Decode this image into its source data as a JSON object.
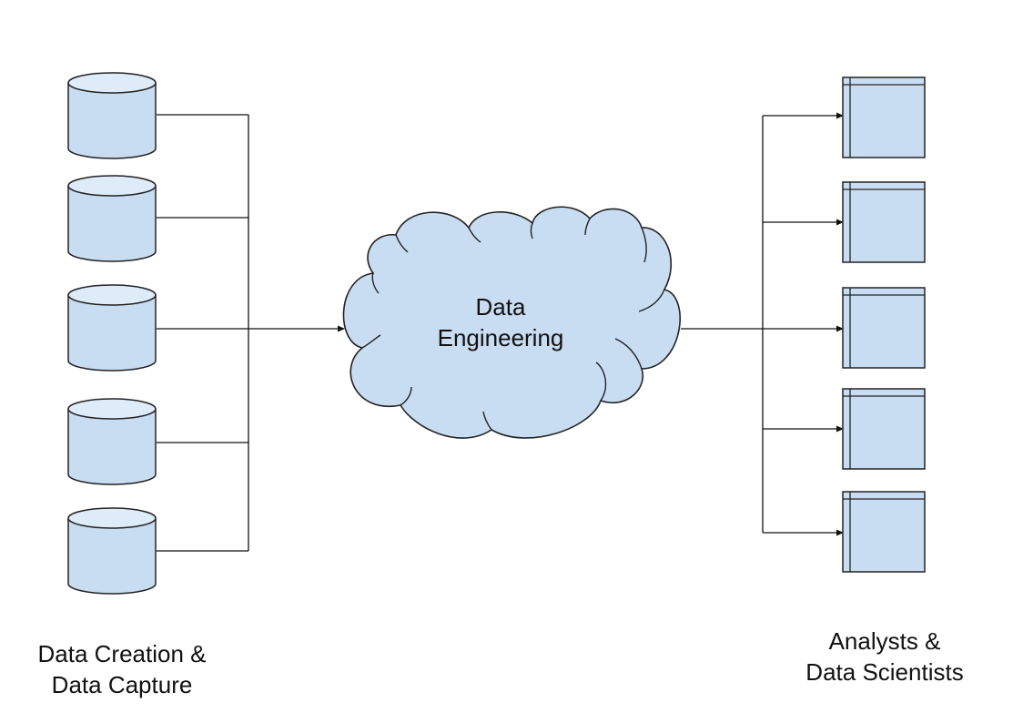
{
  "diagram": {
    "center": {
      "line1": "Data",
      "line2": "Engineering"
    },
    "sources": {
      "count": 5,
      "label_line1": "Data Creation &",
      "label_line2": "Data Capture"
    },
    "consumers": {
      "count": 5,
      "label_line1": "Analysts &",
      "label_line2": "Data Scientists"
    },
    "colors": {
      "fill": "#c9ddf2",
      "fill_light": "#deebf8",
      "stroke": "#222222",
      "line": "#111111"
    }
  }
}
